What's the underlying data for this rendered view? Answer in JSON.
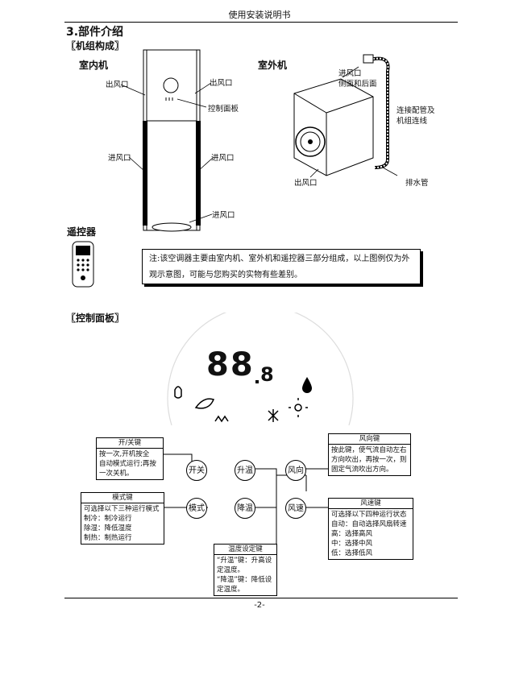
{
  "header": {
    "title": "使用安装说明书"
  },
  "section": {
    "title": "3.部件介绍"
  },
  "units": {
    "heading": "〖机组构成〗",
    "indoor": {
      "title": "室内机",
      "labels": {
        "outlet_left": "出风口",
        "outlet_right": "出风口",
        "control_panel": "控制面板",
        "inlet_left": "进风口",
        "inlet_right": "进风口",
        "inlet_bottom": "进风口"
      }
    },
    "outdoor": {
      "title": "室外机",
      "labels": {
        "inlet": "进风口",
        "inlet_sub": "侧面和后面",
        "pipe": "连接配管及",
        "pipe2": "机组连线",
        "outlet": "出风口",
        "drain": "排水管"
      }
    },
    "remote": {
      "title": "遥控器"
    },
    "note": "注:该空调器主要由室内机、室外机和遥控器三部分组成，以上图例仅为外观示意图，可能与您购买的实物有些差别。"
  },
  "panel": {
    "heading": "〖控制面板〗",
    "display_value": "88",
    "display_decimal": "8",
    "buttons": {
      "power": "开关",
      "temp_up": "升温",
      "swing": "风向",
      "mode": "模式",
      "temp_down": "降温",
      "fan": "风速"
    },
    "boxes": {
      "power": {
        "title": "开/关键",
        "lines": [
          "按一次,开机按全",
          "自动模式运行;再按",
          "一次关机。"
        ]
      },
      "swing": {
        "title": "风向键",
        "lines": [
          "按此键，使气流自动左右",
          "方向吹出，再按一次，则",
          "固定气流吹出方向。"
        ]
      },
      "mode": {
        "title": "模式键",
        "lines": [
          "可选择以下三种运行模式",
          "制冷：制冷运行",
          "除湿：降低湿度",
          "制热：制热运行"
        ]
      },
      "temp": {
        "title": "温度设定键",
        "lines": [
          "“升温”键：升高设",
          "定温度。",
          "“降温”键：降低设",
          "定温度。"
        ]
      },
      "fan": {
        "title": "风速键",
        "lines": [
          "可选择以下四种运行状态",
          "自动：自动选择风扇转速",
          "高：选择高风",
          "中：选择中风",
          "低：选择低风"
        ]
      }
    }
  },
  "footer": {
    "page": "-2-"
  }
}
